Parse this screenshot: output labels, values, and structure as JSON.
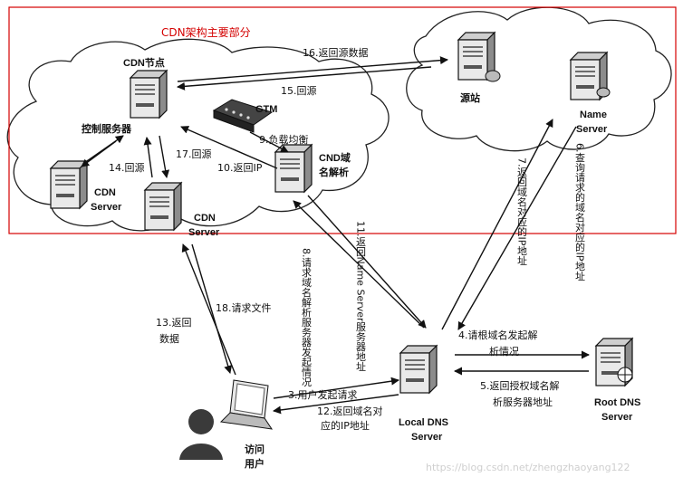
{
  "title": "CDN架构主要部分",
  "watermark": "https://blog.csdn.net/zhengzhaoyang122",
  "nodes": {
    "cdn_node": "CDN节点",
    "control_server": "控制服务器",
    "gtm": "GTM",
    "cnd_resolver_1": "CND域",
    "cnd_resolver_2": "名解析",
    "cdn_server_left_1": "CDN",
    "cdn_server_left_2": "Server",
    "cdn_server_mid_1": "CDN",
    "cdn_server_mid_2": "Server",
    "origin": "源站",
    "name_server_1": "Name",
    "name_server_2": "Server",
    "local_dns_1": "Local DNS",
    "local_dns_2": "Server",
    "root_dns_1": "Root DNS",
    "root_dns_2": "Server",
    "user_1": "访问",
    "user_2": "用户"
  },
  "steps": {
    "s3": "3.用户发起请求",
    "s4a": "4.请根域名发起解",
    "s4b": "析情况",
    "s5a": "5.返回授权域名解",
    "s5b": "析服务器地址",
    "s6": "6.查询请求的域名对应的IP地址",
    "s7": "7.返回域名对应的IP地址",
    "s8": "8.请求域名解析服务器发起情况",
    "s9": "9.负载均衡",
    "s10": "10.返回IP",
    "s11": "11.返回Name Server服务器地址",
    "s12a": "12.返回域名对",
    "s12b": "应的IP地址",
    "s13a": "13.返回",
    "s13b": "数据",
    "s14": "14.回源",
    "s15": "15.回源",
    "s16": "16.返回源数据",
    "s17": "17.回源",
    "s18": "18.请求文件"
  },
  "colors": {
    "title_box": "#d40000",
    "ink": "#111111"
  }
}
